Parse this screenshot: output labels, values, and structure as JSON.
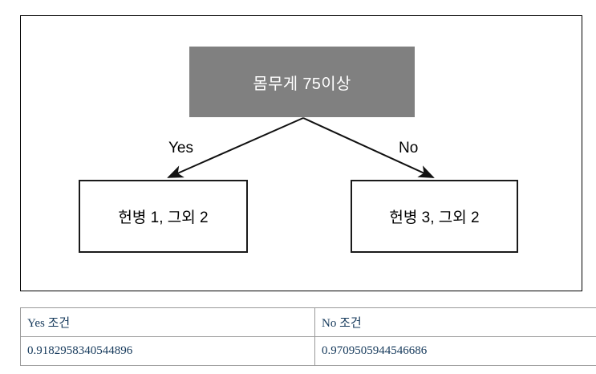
{
  "diagram": {
    "type": "decision-tree",
    "root": {
      "label": "몸무게 75이상",
      "fill_color": "#808080",
      "text_color": "#ffffff"
    },
    "edges": [
      {
        "label": "Yes",
        "from": "root",
        "to": "leaf-yes"
      },
      {
        "label": "No",
        "from": "root",
        "to": "leaf-no"
      }
    ],
    "leaves": [
      {
        "id": "leaf-yes",
        "label": "헌병 1, 그외 2"
      },
      {
        "id": "leaf-no",
        "label": "헌병 3, 그외 2"
      }
    ]
  },
  "table": {
    "headers": [
      "Yes 조건",
      "No 조건"
    ],
    "values": [
      "0.9182958340544896",
      "0.9709505944546686"
    ]
  }
}
